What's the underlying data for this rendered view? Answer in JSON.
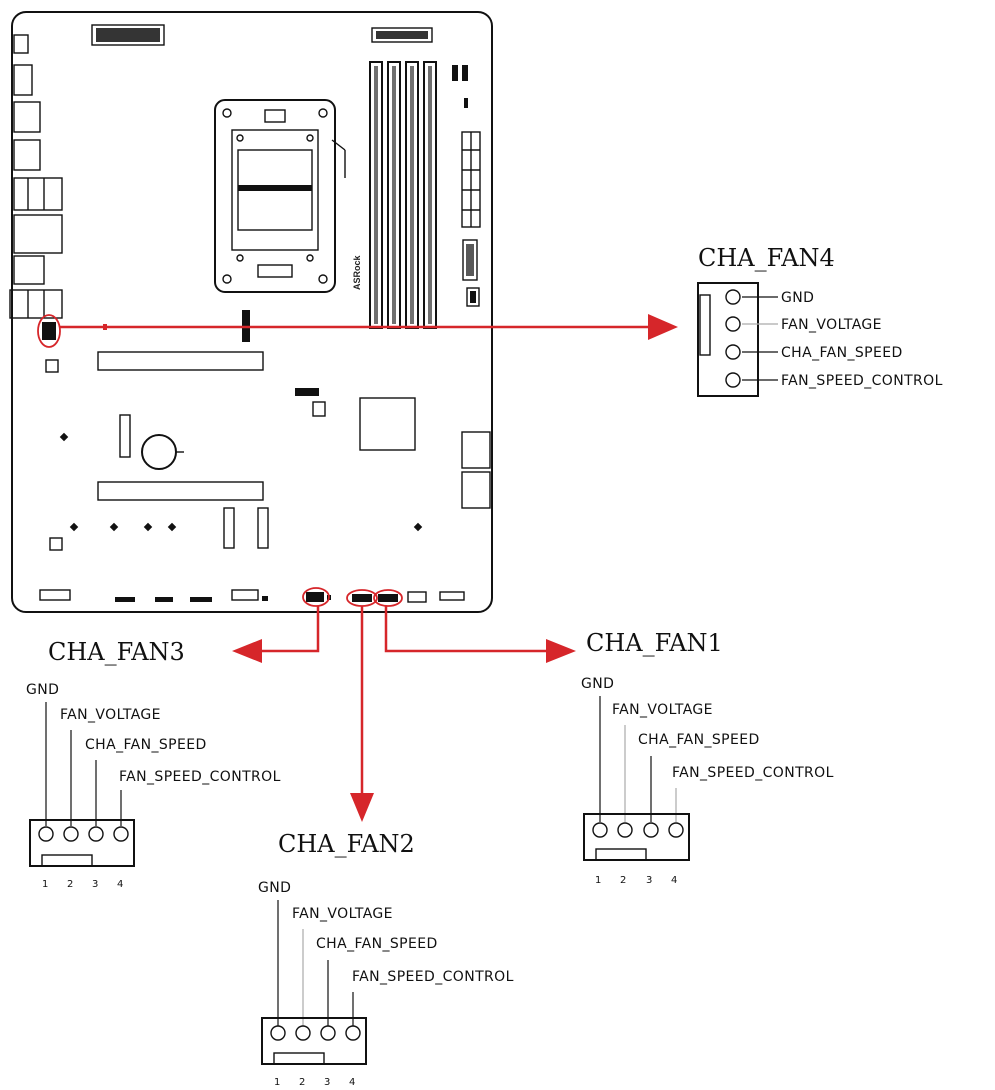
{
  "board": {
    "brand": "ASRock"
  },
  "headers": {
    "cha_fan4": {
      "title": "CHA_FAN4",
      "pins": [
        "GND",
        "FAN_VOLTAGE",
        "CHA_FAN_SPEED",
        "FAN_SPEED_CONTROL"
      ]
    },
    "cha_fan3": {
      "title": "CHA_FAN3",
      "pins": [
        "GND",
        "FAN_VOLTAGE",
        "CHA_FAN_SPEED",
        "FAN_SPEED_CONTROL"
      ],
      "pin_numbers": [
        "1",
        "2",
        "3",
        "4"
      ]
    },
    "cha_fan1": {
      "title": "CHA_FAN1",
      "pins": [
        "GND",
        "FAN_VOLTAGE",
        "CHA_FAN_SPEED",
        "FAN_SPEED_CONTROL"
      ],
      "pin_numbers": [
        "1",
        "2",
        "3",
        "4"
      ]
    },
    "cha_fan2": {
      "title": "CHA_FAN2",
      "pins": [
        "GND",
        "FAN_VOLTAGE",
        "CHA_FAN_SPEED",
        "FAN_SPEED_CONTROL"
      ],
      "pin_numbers": [
        "1",
        "2",
        "3",
        "4"
      ]
    }
  },
  "colors": {
    "arrow": "#d6262a",
    "line": "#111111"
  }
}
